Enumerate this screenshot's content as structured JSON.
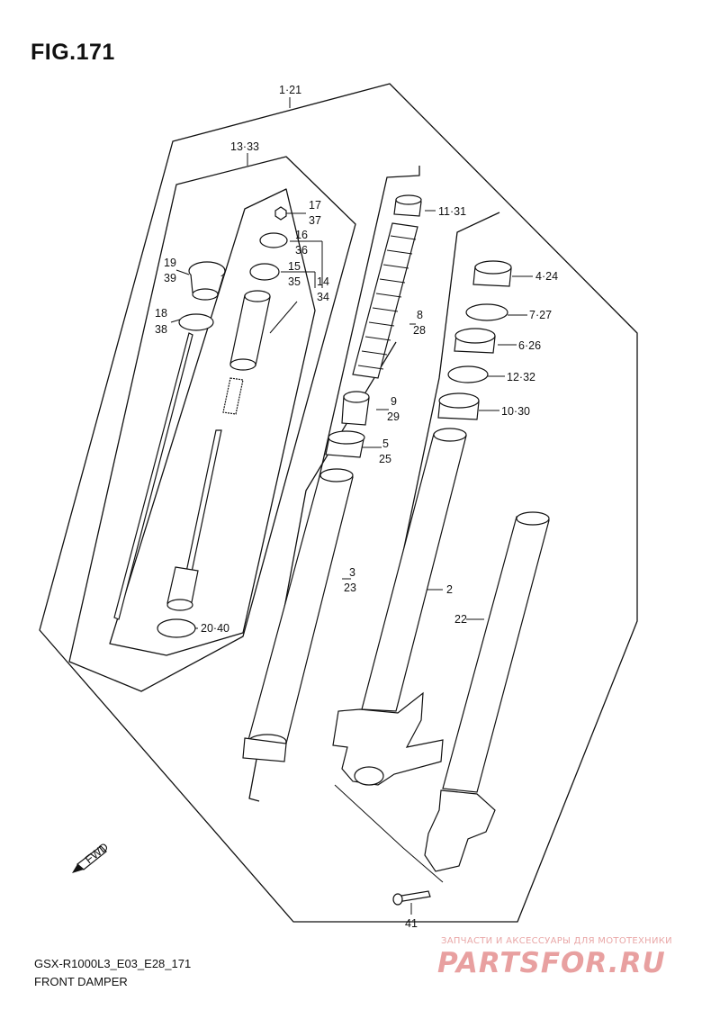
{
  "figure": {
    "title": "FIG.171"
  },
  "footer": {
    "model_code": "GSX-R1000L3_E03_E28_171",
    "part_name": "FRONT DAMPER"
  },
  "watermark": {
    "tagline": "ЗАПЧАСТИ И АКСЕССУАРЫ ДЛЯ МОТОТЕХНИКИ",
    "logo": "PARTSFOR.RU"
  },
  "direction_badge": {
    "text": "FWD"
  },
  "callouts": {
    "c1_21": "1·21",
    "c13_33": "13·33",
    "c17": "17",
    "c37": "37",
    "c16": "16",
    "c36": "36",
    "c15": "15",
    "c35": "35",
    "c14": "14",
    "c34": "34",
    "c19": "19",
    "c39": "39",
    "c18": "18",
    "c38": "38",
    "c20_40": "20·40",
    "c11_31": "11·31",
    "c8": "8",
    "c28": "28",
    "c9": "9",
    "c29": "29",
    "c5": "5",
    "c25": "25",
    "c3": "3",
    "c23": "23",
    "c4_24": "4·24",
    "c7_27": "7·27",
    "c6_26": "6·26",
    "c12_32": "12·32",
    "c10_30": "10·30",
    "c2": "2",
    "c22": "22",
    "c41": "41"
  }
}
